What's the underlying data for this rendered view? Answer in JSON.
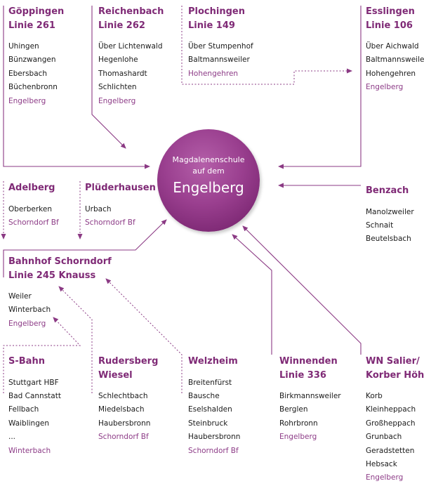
{
  "colors": {
    "accent": "#8d3c87",
    "title": "#7f2a76",
    "hub": "#9a3f8f",
    "arrow": "#8b3a84"
  },
  "hub": {
    "line1": "Magdalenenschule",
    "line2": "auf dem",
    "big": "Engelberg"
  },
  "routes": {
    "goeppingen": {
      "title": [
        "Göppingen",
        "Linie 261"
      ],
      "stops": [
        "Uhingen",
        "Bünzwangen",
        "Ebersbach",
        "Büchenbronn"
      ],
      "end": "Engelberg"
    },
    "reichenbach": {
      "title": [
        "Reichenbach",
        "Linie 262"
      ],
      "stops": [
        "Über Lichtenwald",
        "Hegenlohe",
        "Thomashardt",
        "Schlichten"
      ],
      "end": "Engelberg"
    },
    "plochingen": {
      "title": [
        "Plochingen",
        "Linie 149"
      ],
      "stops": [
        "Über Stumpenhof",
        "Baltmannsweiler"
      ],
      "end": "Hohengehren"
    },
    "esslingen": {
      "title": [
        "Esslingen",
        "Linie 106"
      ],
      "stops": [
        "Über Aichwald",
        "Baltmannsweiler",
        "Hohengehren"
      ],
      "end": "Engelberg"
    },
    "adelberg": {
      "title": [
        "Adelberg"
      ],
      "stops": [
        "Oberberken"
      ],
      "end": "Schorndorf Bf"
    },
    "pluederhausen": {
      "title": [
        "Plüderhausen"
      ],
      "stops": [
        "Urbach"
      ],
      "end": "Schorndorf Bf"
    },
    "benzach": {
      "title": [
        "Benzach"
      ],
      "stops": [
        "Manolzweiler",
        "Schnait",
        "Beutelsbach"
      ],
      "end": ""
    },
    "schorndorf": {
      "title": [
        "Bahnhof Schorndorf",
        "Linie 245 Knauss"
      ],
      "stops": [
        "Weiler",
        "Winterbach"
      ],
      "end": "Engelberg"
    },
    "sbahn": {
      "title": [
        "S-Bahn"
      ],
      "stops": [
        "Stuttgart HBF",
        "Bad Cannstatt",
        "Fellbach",
        "Waiblingen",
        "..."
      ],
      "end": "Winterbach"
    },
    "rudersberg": {
      "title": [
        "Rudersberg",
        "Wiesel"
      ],
      "stops": [
        "Schlechtbach",
        "Miedelsbach",
        "Haubersbronn"
      ],
      "end": "Schorndorf Bf"
    },
    "welzheim": {
      "title": [
        "Welzheim"
      ],
      "stops": [
        "Breitenfürst",
        "Bausche",
        "Eselshalden",
        "Steinbruck",
        "Haubersbronn"
      ],
      "end": "Schorndorf Bf"
    },
    "winnenden": {
      "title": [
        "Winnenden",
        "Linie 336"
      ],
      "stops": [
        "Birkmannsweiler",
        "Berglen",
        "Rohrbronn"
      ],
      "end": "Engelberg"
    },
    "wnsalier": {
      "title": [
        "WN Salier/",
        "Korber Höhe"
      ],
      "stops": [
        "Korb",
        "Kleinheppach",
        "Großheppach",
        "Grunbach",
        "Geradstetten",
        "Hebsack"
      ],
      "end": "Engelberg"
    }
  }
}
